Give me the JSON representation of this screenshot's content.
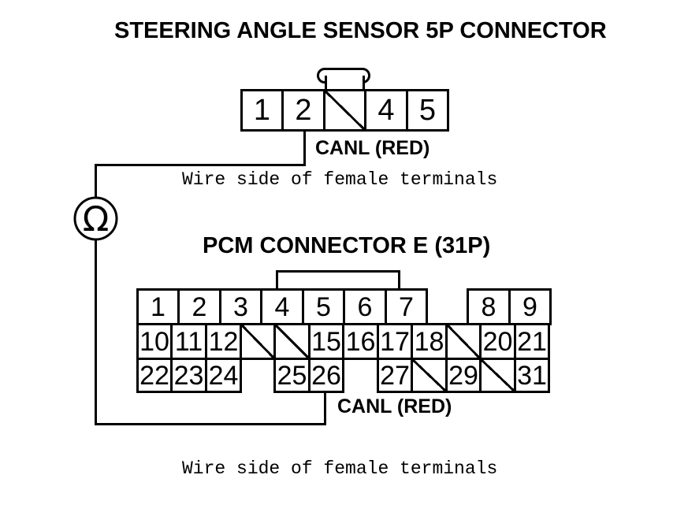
{
  "diagram": {
    "title": "STEERING ANGLE SENSOR 5P CONNECTOR",
    "ink_color": "#000000",
    "background_color": "#ffffff"
  },
  "sensor_connector": {
    "pins": [
      {
        "label": "1",
        "slash": false
      },
      {
        "label": "2",
        "slash": false
      },
      {
        "label": "",
        "slash": true
      },
      {
        "label": "4",
        "slash": false
      },
      {
        "label": "5",
        "slash": false
      }
    ],
    "wire_label": "CANL (RED)",
    "caption": "Wire side of female terminals"
  },
  "ohmmeter": {
    "symbol": "Ω"
  },
  "pcm_connector": {
    "title": "PCM CONNECTOR E (31P)",
    "wire_label": "CANL (RED)",
    "caption": "Wire side of female terminals",
    "row1": [
      {
        "label": "1",
        "slash": false
      },
      {
        "label": "2",
        "slash": false
      },
      {
        "label": "3",
        "slash": false
      },
      {
        "label": "4",
        "slash": false
      },
      {
        "label": "5",
        "slash": false
      },
      {
        "label": "6",
        "slash": false
      },
      {
        "label": "7",
        "slash": false
      },
      {
        "label": "8",
        "slash": false
      },
      {
        "label": "9",
        "slash": false
      }
    ],
    "row2": [
      {
        "label": "10",
        "slash": false
      },
      {
        "label": "11",
        "slash": false
      },
      {
        "label": "12",
        "slash": false
      },
      {
        "label": "",
        "slash": true
      },
      {
        "label": "",
        "slash": true
      },
      {
        "label": "15",
        "slash": false
      },
      {
        "label": "16",
        "slash": false
      },
      {
        "label": "17",
        "slash": false
      },
      {
        "label": "18",
        "slash": false
      },
      {
        "label": "",
        "slash": true
      },
      {
        "label": "20",
        "slash": false
      },
      {
        "label": "21",
        "slash": false
      }
    ],
    "row3": [
      {
        "label": "22",
        "slash": false
      },
      {
        "label": "23",
        "slash": false
      },
      {
        "label": "24",
        "slash": false
      },
      {
        "label": "25",
        "slash": false
      },
      {
        "label": "26",
        "slash": false
      },
      {
        "label": "27",
        "slash": false
      },
      {
        "label": "",
        "slash": true
      },
      {
        "label": "29",
        "slash": false
      },
      {
        "label": "",
        "slash": true
      },
      {
        "label": "31",
        "slash": false
      }
    ]
  }
}
